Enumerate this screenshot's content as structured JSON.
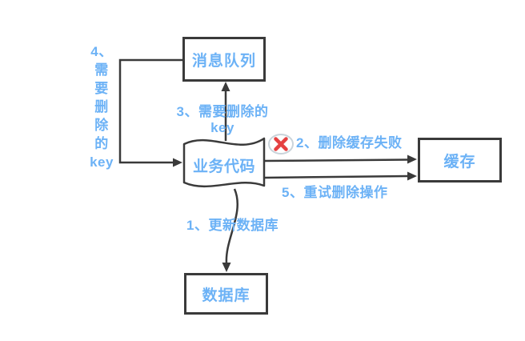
{
  "diagram": {
    "description": "cache delete retry flow using message queue",
    "nodes": {
      "message_queue": {
        "label": "消息队列",
        "shape": "rectangle"
      },
      "business_code": {
        "label": "业务代码",
        "shape": "tape"
      },
      "cache": {
        "label": "缓存",
        "shape": "rectangle"
      },
      "database": {
        "label": "数据库",
        "shape": "rectangle"
      }
    },
    "edges": {
      "step1": {
        "label": "1、更新数据库",
        "from": "business_code",
        "to": "database"
      },
      "step2": {
        "label": "2、删除缓存失败",
        "from": "business_code",
        "to": "cache"
      },
      "step3": {
        "label": "3、需要删除的key",
        "from": "business_code",
        "to": "message_queue"
      },
      "step4": {
        "label": "4、\n需\n要\n删\n除\n的\nkey",
        "from": "message_queue",
        "to": "business_code"
      },
      "step5": {
        "label": "5、重试删除操作",
        "from": "business_code",
        "to": "cache"
      }
    },
    "icons": {
      "failure": "red-x-circle-icon"
    },
    "colors": {
      "label_blue": "#6cb2f6",
      "line_dark": "#3a3a3a",
      "failure_red": "#e54141",
      "node_fill": "#ffffff",
      "x_circle_border": "#c9d3da"
    }
  }
}
